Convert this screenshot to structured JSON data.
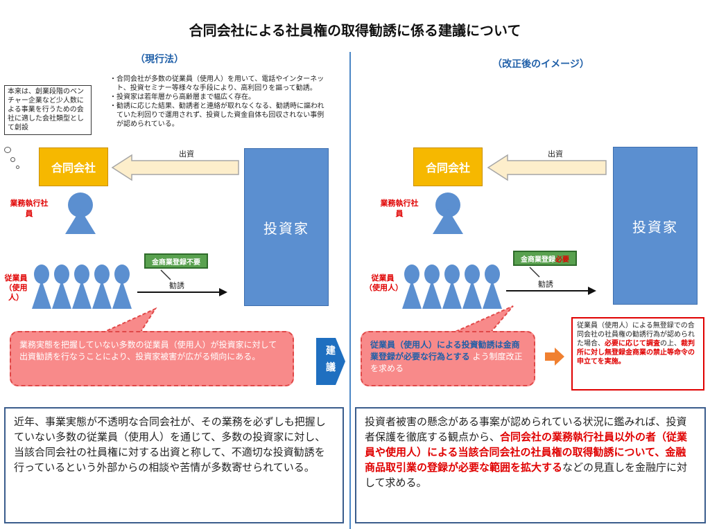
{
  "title": "合同会社による社員権の取得勧誘に係る建議について",
  "left": {
    "section_title": "（現行法）",
    "note_box": "本来は、創業段階のベンチャー企業など少人数による事業を行うための会社に適した会社類型として創設",
    "bullets": [
      "・合同会社が多数の従業員（使用人）を用いて、電話やインターネット、投資セミナー等様々な手段により、高利回りを謳って勧誘。",
      "・投資家は若年層から高齢層まで幅広く存在。",
      "・勧誘に応じた結果、勧誘者と連絡が取れなくなる、勧誘時に謳われていた利回りで運用されず、投資した資金自体も回収されない事例が認められている。"
    ],
    "company": "合同会社",
    "investment_label": "出資",
    "investor": "投資家",
    "exec_member": "業務執行社員",
    "employees": "従業員（使用人）",
    "badge": "金商業登録不要",
    "solicit_label": "勧誘",
    "callout": "業務実態を把握していない多数の従業員（使用人）が投資家に対して出資勧誘を行なうことにより、投資家被害が広がる傾向にある。",
    "bottom": "近年、事業実態が不透明な合同会社が、その業務を必ずしも把握していない多数の従業員（使用人）を通じて、多数の投資家に対し、当該合同会社の社員権に対する出資と称して、不適切な投資勧誘を行っているという外部からの相談や苦情が多数寄せられている。"
  },
  "middle": {
    "recommend": "建議"
  },
  "right": {
    "section_title": "（改正後のイメージ）",
    "company": "合同会社",
    "investment_label": "出資",
    "investor": "投資家",
    "exec_member": "業務執行社員",
    "employees": "従業員（使用人）",
    "badge_main": "金商業登録",
    "badge_red": "必要",
    "solicit_label": "勧誘",
    "callout_bold": "従業員（使用人）による投資勧誘は金商業登録が必要な行為とする",
    "callout_rest": "よう制度改正を求める",
    "redbox_parts": [
      {
        "t": "従業員（使用人）による無登録での合同会社の社員権の勧誘行為が認められた場合、",
        "red": false
      },
      {
        "t": "必要に応じて調査",
        "red": true
      },
      {
        "t": "の上、",
        "red": false
      },
      {
        "t": "裁判所に対し無登録金商業の禁止等命令の申立てを実施。",
        "red": true
      }
    ],
    "bottom_parts": [
      {
        "t": "投資者被害の懸念がある事案が認められている状況に鑑みれば、投資者保護を徹底する観点から、",
        "red": false
      },
      {
        "t": "合同会社の業務執行社員以外の者（従業員や使用人）による当該合同会社の社員権の取得勧誘について、金融商品取引業の登録が必要な範囲を拡大する",
        "red": true
      },
      {
        "t": "などの見直しを金融庁に対して求める。",
        "red": false
      }
    ]
  },
  "colors": {
    "company": "#f6b800",
    "investor": "#5b8fd0",
    "person": "#5b8fd0",
    "badge": "#59a14f",
    "callout": "#f88a8a",
    "accent": "#1f5fa8",
    "alert": "#e00000"
  }
}
